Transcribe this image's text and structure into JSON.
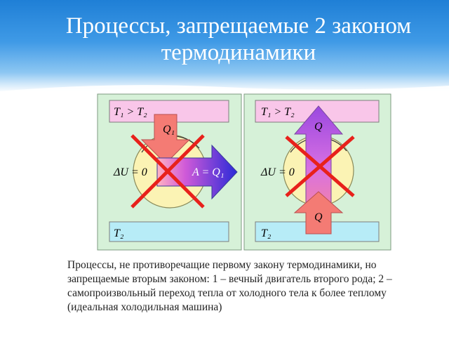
{
  "title": "Процессы, запрещаемые 2 законом термодинамики",
  "caption": "Процессы, не противоречащие первому закону термодинамики, но запрещаемые вторым законом: 1 – вечный двигатель второго рода; 2 – самопроизвольный переход тепла от холодного тела к более теплому (идеальная холодильная машина)",
  "colors": {
    "panel_bg": "#d6f1d8",
    "hot": "#f9c6e9",
    "cold": "#b7ecf7",
    "engine": "#fbf3b4",
    "cross": "#e8211b"
  },
  "left_panel": {
    "hot_label": "T₁ > T₂",
    "cold_label": "T₂",
    "heat_label": "Q₁",
    "energy_label": "ΔU = 0",
    "work_label": "A = Q₁"
  },
  "right_panel": {
    "hot_label": "T₁ > T₂",
    "cold_label": "T₂",
    "heat_out_label": "Q",
    "heat_in_label": "Q",
    "energy_label": "ΔU = 0"
  }
}
